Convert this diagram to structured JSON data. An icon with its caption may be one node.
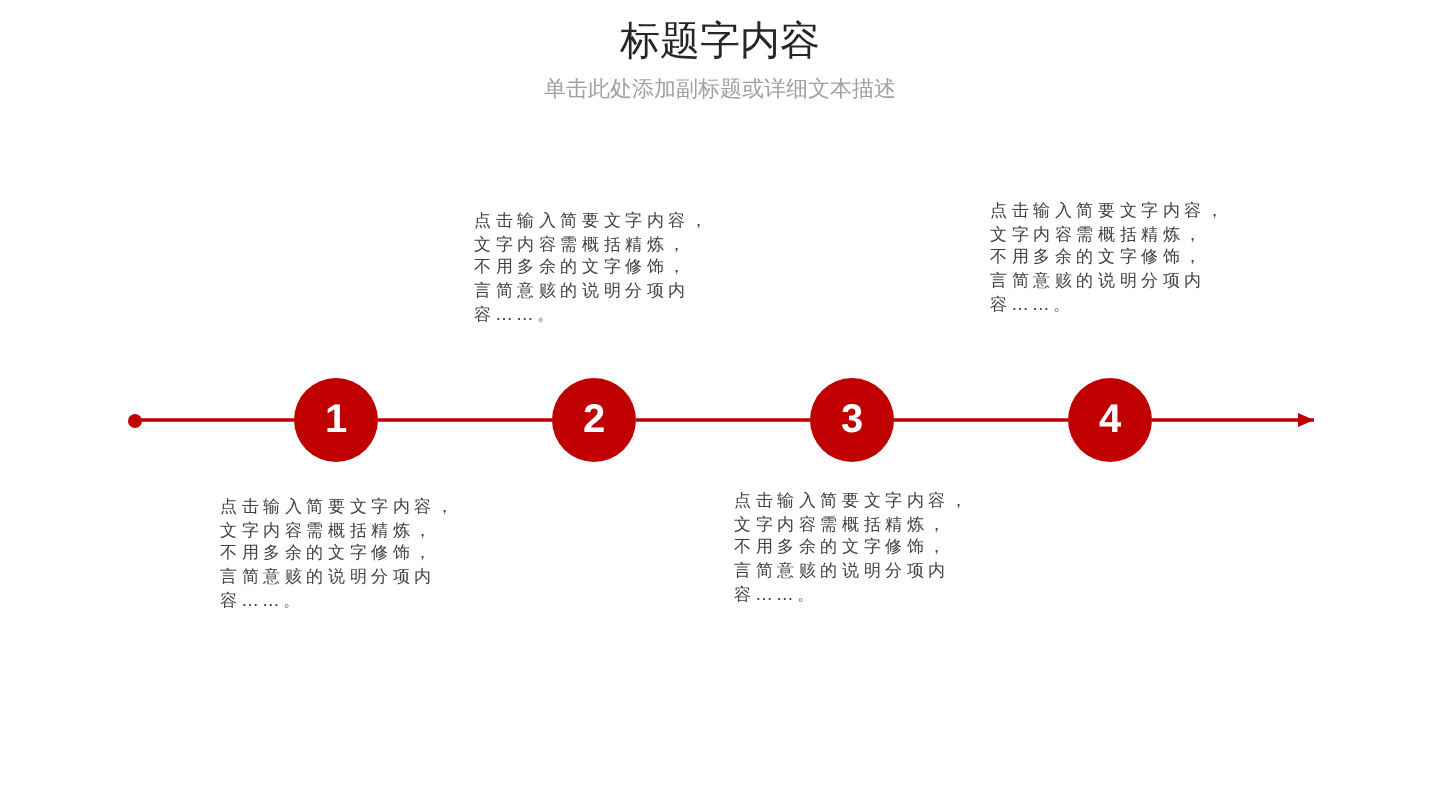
{
  "diagram": {
    "title": "标题字内容",
    "nodes": [
      {
        "text": [],
        "shape": "circle"
      },
      {
        "text": [
          "1"
        ],
        "beside": [
          "点击输入简要文字内容，文字内容需概括精炼，不用多余的文字修饰，言简意赅的说明分项内容……。"
        ]
      },
      {
        "text": [
          "2"
        ],
        "beside": [
          "点击输入简要文字内容，文字内容需概括精炼，不用多余的文字修饰，言简意赅的说明分项内容……。"
        ]
      },
      {
        "text": [
          "3"
        ],
        "beside": [
          "点击输入简要文字内容，文字内容需概括精炼，不用多余的文字修饰，言简意赅的说明分项内容……。"
        ]
      },
      {
        "text": [
          "4"
        ],
        "beside": [
          "点击输入简要文字内容，文字内容需概括精炼，不用多余的文字修饰，言简意赅的说明分项内容……。"
        ]
      }
    ],
    "edges": [
      {
        "from": 0,
        "to": 1,
        "arrow": "none"
      },
      {
        "from": 1,
        "to": 2,
        "arrow": "none"
      },
      {
        "from": 2,
        "to": 3,
        "arrow": "none"
      },
      {
        "from": 3,
        "to": 4,
        "arrow": "none"
      },
      {
        "from": 4,
        "to": null,
        "arrow": "to"
      }
    ],
    "labels": [
      "单击此处添加副标题或详细文本描述"
    ]
  }
}
